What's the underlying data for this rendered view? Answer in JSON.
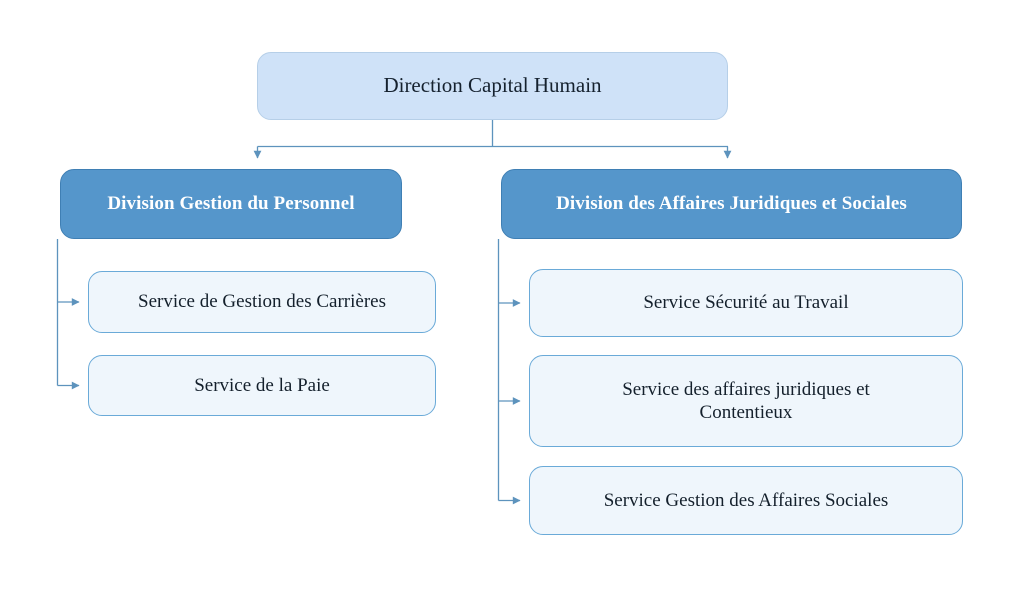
{
  "diagram": {
    "title": "Direction Capital Humain",
    "type": "organizational-chart",
    "colors": {
      "root_fill": "#cfe2f8",
      "root_border": "#b6cfe8",
      "division_fill": "#5596cb",
      "division_border": "#3f7fb4",
      "division_text": "#ffffff",
      "service_fill": "#eff6fc",
      "service_border": "#6aaad8",
      "connector": "#5d93bd",
      "text": "#14202c",
      "background": "#ffffff"
    }
  },
  "root": {
    "label": "Direction Capital Humain"
  },
  "divisions": [
    {
      "id": "division-gestion-personnel",
      "label": "Division Gestion du Personnel",
      "services": [
        {
          "id": "service-gestion-carrieres",
          "label": "Service de Gestion des Carrières"
        },
        {
          "id": "service-paie",
          "label": "Service de la Paie"
        }
      ]
    },
    {
      "id": "division-affaires-juridiques-sociales",
      "label": "Division des Affaires Juridiques et Sociales",
      "services": [
        {
          "id": "service-securite-travail",
          "label": "Service Sécurité au Travail"
        },
        {
          "id": "service-affaires-juridiques-contentieux",
          "label": "Service des affaires juridiques et\nContentieux"
        },
        {
          "id": "service-gestion-affaires-sociales",
          "label": "Service Gestion des Affaires Sociales"
        }
      ]
    }
  ]
}
